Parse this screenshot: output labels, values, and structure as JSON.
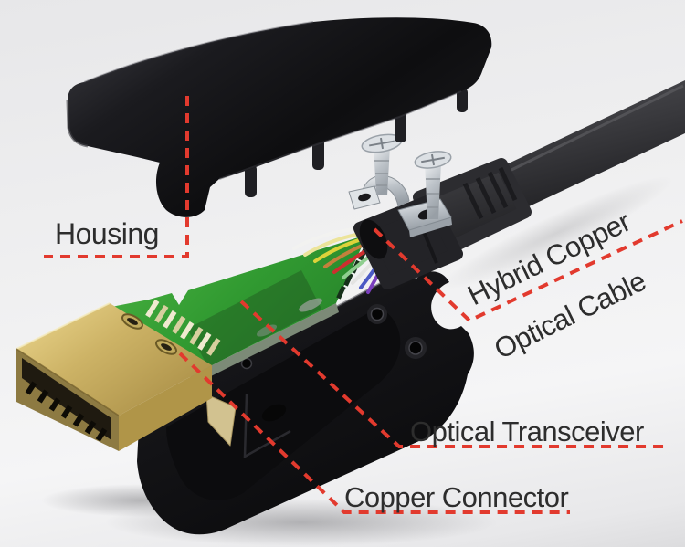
{
  "diagram": {
    "labels": {
      "housing": "Housing",
      "hybrid_copper": "Hybrid Copper",
      "optical_cable": "Optical Cable",
      "optical_transceiver": "Optical Transceiver",
      "copper_connector": "Copper Connector"
    },
    "colors": {
      "annotation_red": "#e23a2e",
      "label_text": "#2d2d2d",
      "pcb_green": "#36a136",
      "connector_gold": "#cdb56e",
      "plastic_black": "#1a1a1d",
      "metal_silver": "#c9cdd1",
      "background": "#efeff0"
    }
  }
}
